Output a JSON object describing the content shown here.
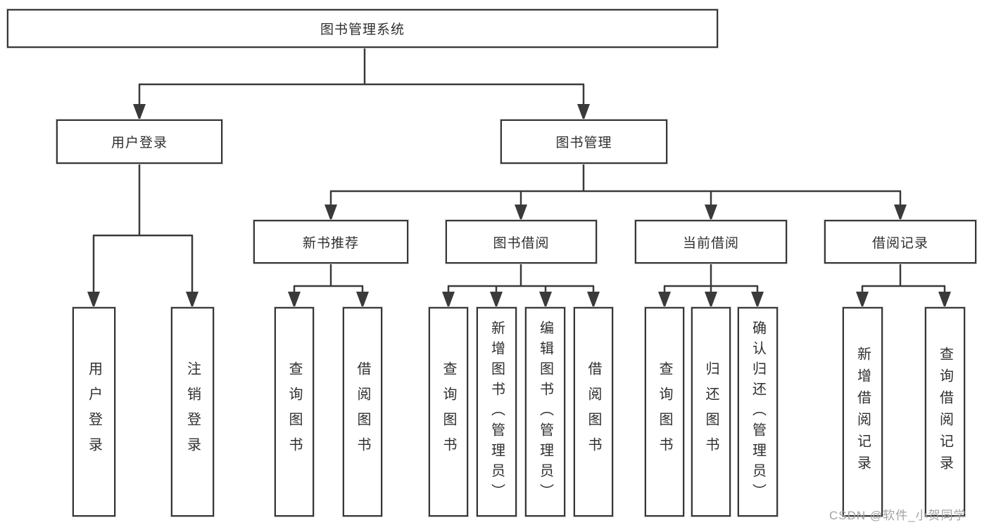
{
  "tree": {
    "root": {
      "label": "图书管理系统",
      "children": [
        {
          "label": "用户登录",
          "children": [
            {
              "label": "用户登录"
            },
            {
              "label": "注销登录"
            }
          ]
        },
        {
          "label": "图书管理",
          "children": [
            {
              "label": "新书推荐",
              "children": [
                {
                  "label": "查询图书"
                },
                {
                  "label": "借阅图书"
                }
              ]
            },
            {
              "label": "图书借阅",
              "children": [
                {
                  "label": "查询图书"
                },
                {
                  "label": "新增图书（管理员）"
                },
                {
                  "label": "编辑图书（管理员）"
                },
                {
                  "label": "借阅图书"
                }
              ]
            },
            {
              "label": "当前借阅",
              "children": [
                {
                  "label": "查询图书"
                },
                {
                  "label": "归还图书"
                },
                {
                  "label": "确认归还（管理员）"
                }
              ]
            },
            {
              "label": "借阅记录",
              "children": [
                {
                  "label": "新增借阅记录"
                },
                {
                  "label": "查询借阅记录"
                }
              ]
            }
          ]
        }
      ]
    }
  },
  "watermark": {
    "text": "CSDN @软件_小贺同学"
  },
  "colors": {
    "line": "#3a3a3a",
    "box_border": "#363636",
    "text": "#2f2f2f",
    "watermark": "#a2a2a2",
    "background": "#ffffff"
  }
}
